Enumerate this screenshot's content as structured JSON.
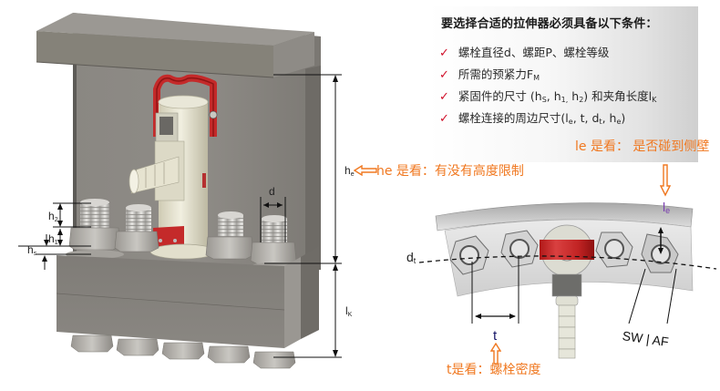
{
  "panel": {
    "title": "要选择合适的拉伸器必须具备以下条件：",
    "check_icon": "✓",
    "conditions": [
      {
        "text": "螺栓直径d、螺距P、螺栓等级",
        "sub": "",
        "tail": ""
      },
      {
        "text": "所需的预紧力F",
        "sub": "M",
        "tail": ""
      },
      {
        "text": "紧固件的尺寸 (h",
        "parts": [
          "S",
          ", h",
          "1,",
          " h",
          "2",
          ") 和夹角长度l",
          "K"
        ]
      },
      {
        "text": "螺栓连接的周边尺寸(l",
        "parts": [
          "e",
          ", t, d",
          "t",
          ", h",
          "e",
          ")"
        ]
      }
    ],
    "colors": {
      "check": "#d0102a",
      "text": "#2a2a2a"
    }
  },
  "annotations": {
    "le_note": "le 是看：  是否碰到侧壁",
    "he_note": "he 是看：有没有高度限制",
    "t_note": "t是看：螺栓密度",
    "color": "#f07820"
  },
  "dimensions": {
    "h2": {
      "base": "h",
      "sub": "2"
    },
    "h1": {
      "base": "h",
      "sub": "1"
    },
    "hs": {
      "base": "h",
      "sub": "s"
    },
    "he": {
      "base": "h",
      "sub": "e"
    },
    "lk": {
      "base": "l",
      "sub": "K"
    },
    "d": {
      "base": "d",
      "sub": ""
    },
    "le": {
      "base": "l",
      "sub": "e"
    },
    "dt": {
      "base": "d",
      "sub": "t"
    },
    "t": {
      "base": "t",
      "sub": ""
    },
    "sw_af": "SW | AF"
  }
}
